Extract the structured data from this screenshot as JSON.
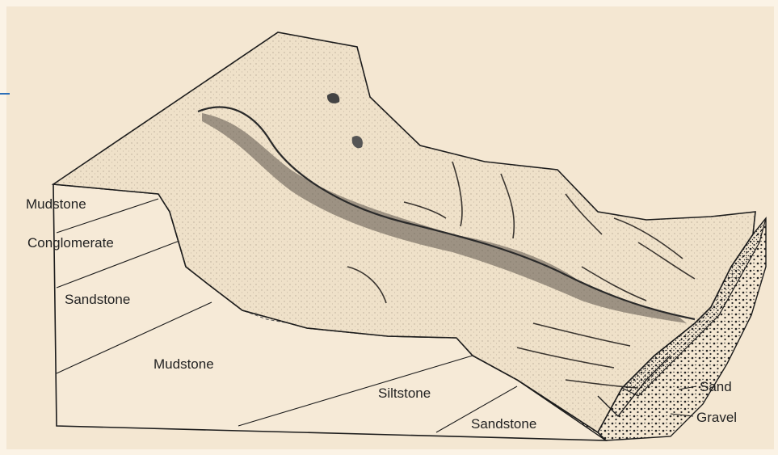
{
  "labels": {
    "mudstone_top": "Mudstone",
    "conglomerate": "Conglomerate",
    "sandstone_left": "Sandstone",
    "mudstone_mid": "Mudstone",
    "siltstone": "Siltstone",
    "sandstone_bottom": "Sandstone",
    "sand": "Sand",
    "gravel": "Gravel"
  },
  "colors": {
    "paper": "#f4e7d2",
    "surface": "#efe1c9",
    "ink": "#1c1c1c",
    "stipple": "#7a6f62",
    "edge_accent": "#2d6fb8"
  }
}
